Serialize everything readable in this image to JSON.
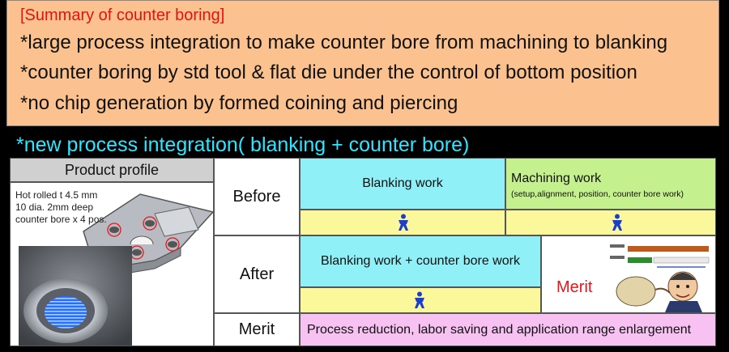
{
  "summary": {
    "heading": "[Summary of counter boring]",
    "points": [
      "*large process integration to make counter bore from machining to blanking",
      "*counter boring by std tool & flat die under the control of bottom position",
      "*no chip generation by formed coining and piercing"
    ]
  },
  "integration_title": "*new process integration( blanking + counter bore)",
  "table": {
    "profile_header": "Product profile",
    "profile_lines": [
      "Hot rolled t 4.5 mm",
      "10 dia. 2mm deep",
      "counter bore x 4 pos."
    ],
    "row_labels": {
      "before": "Before",
      "after": "After",
      "merit": "Merit"
    },
    "before": {
      "blanking": "Blanking work",
      "machining": "Machining work",
      "machining_detail": "(setup,alignment, position, counter bore work)"
    },
    "after": {
      "work": "Blanking work + counter bore work",
      "merit_label": "Merit"
    },
    "merit_text": "Process reduction, labor saving and application range enlargement"
  },
  "colors": {
    "background": "#000000",
    "summary_bg": "#fbc28f",
    "heading_red": "#e0140f",
    "title_cyan": "#2ee6ff",
    "blue_cell": "#8ff0f7",
    "green_cell": "#c4f08d",
    "yellow_cell": "#fbf79b",
    "pink_cell": "#f7c2f2",
    "worker_icon": "#1a3fd0"
  },
  "icons": [
    "worker-icon",
    "product-drawing",
    "counterbore-photo",
    "businessman-illustration"
  ]
}
